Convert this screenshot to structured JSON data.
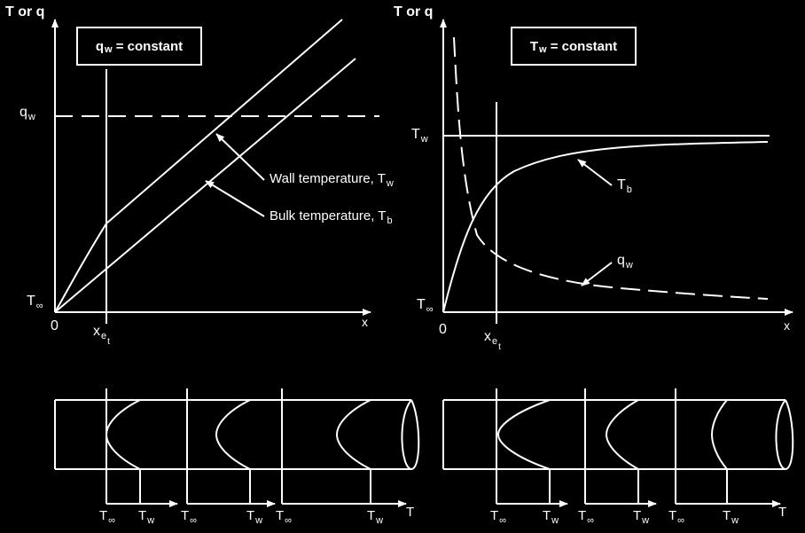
{
  "left": {
    "y_axis_label": "T or q",
    "condition": {
      "sym": "q",
      "sub": "w",
      "rest": " = constant"
    },
    "qw_level": {
      "sym": "q",
      "sub": "w"
    },
    "origin_T": {
      "sym": "T",
      "sub": "∞"
    },
    "zero": "0",
    "x_label": "x",
    "x_entry": {
      "sym": "x",
      "sub": "e",
      "subsub": "t"
    },
    "wall_label": "Wall temperature, T",
    "wall_sub": "w",
    "bulk_label": "Bulk temperature, T",
    "bulk_sub": "b",
    "bottom_labels": [
      {
        "sym": "T",
        "sub": "∞"
      },
      {
        "sym": "T",
        "sub": "w"
      },
      {
        "sym": "T",
        "sub": "∞"
      },
      {
        "sym": "T",
        "sub": "w"
      },
      {
        "sym": "T",
        "sub": "∞"
      },
      {
        "sym": "T",
        "sub": "w"
      }
    ],
    "T_axis": "T"
  },
  "right": {
    "y_axis_label": "T or q",
    "condition": {
      "sym": "T",
      "sub": "w",
      "rest": " = constant"
    },
    "Tw_level": {
      "sym": "T",
      "sub": "w"
    },
    "origin_T": {
      "sym": "T",
      "sub": "∞"
    },
    "zero": "0",
    "x_label": "x",
    "x_entry": {
      "sym": "x",
      "sub": "e",
      "subsub": "t"
    },
    "Tb_label": {
      "sym": "T",
      "sub": "b"
    },
    "qw_label": {
      "sym": "q",
      "sub": "w"
    },
    "bottom_labels": [
      {
        "sym": "T",
        "sub": "∞"
      },
      {
        "sym": "T",
        "sub": "w"
      },
      {
        "sym": "T",
        "sub": "∞"
      },
      {
        "sym": "T",
        "sub": "w"
      },
      {
        "sym": "T",
        "sub": "∞"
      },
      {
        "sym": "T",
        "sub": "w"
      }
    ],
    "T_axis": "T"
  },
  "colors": {
    "background": "#000000",
    "line": "#ffffff"
  }
}
